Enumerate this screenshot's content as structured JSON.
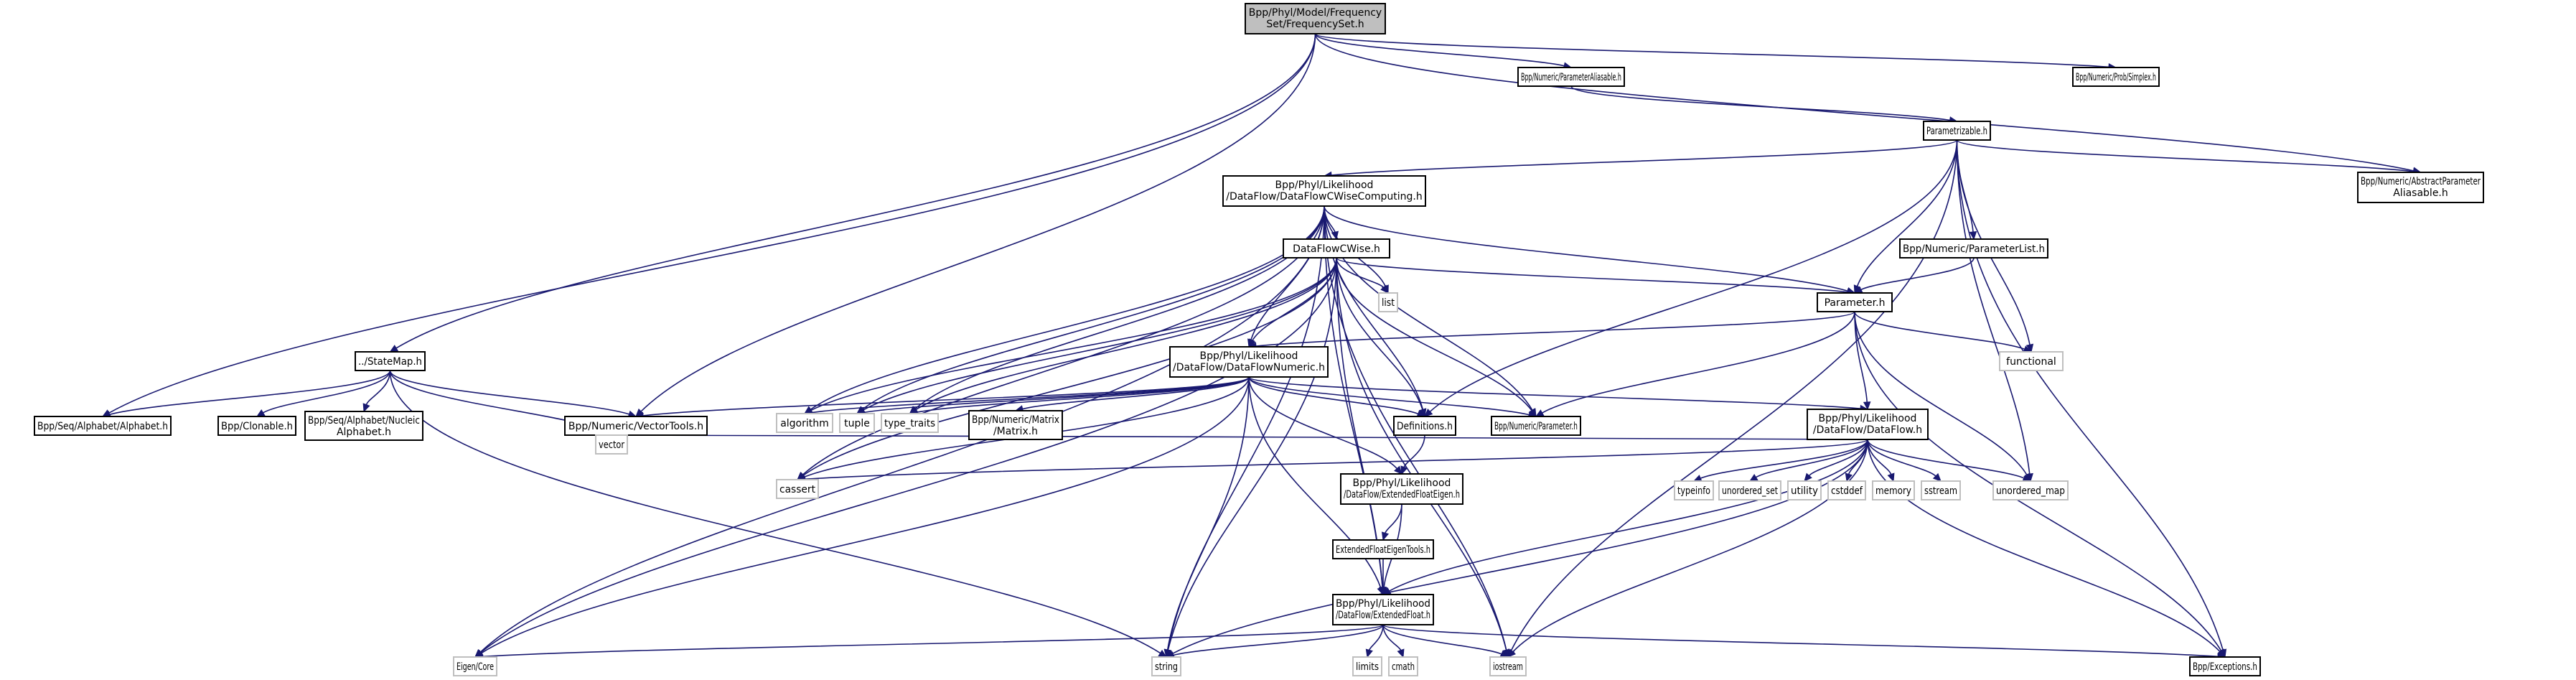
{
  "title": "Bpp/Phyl/Model/FrequencySet/FrequencySet.h include dependency graph",
  "colors": {
    "edge": "#191970",
    "root_fill": "#bfbfbf",
    "local_border": "#000000",
    "system_border": "#bfbfbf"
  },
  "nodes": [
    {
      "id": "root",
      "kind": "root",
      "lines": [
        "Bpp/Phyl/Model/Frequency",
        "Set/FrequencySet.h"
      ]
    },
    {
      "id": "paramAliasable",
      "kind": "local",
      "lines": [
        "Bpp/Numeric/ParameterAliasable.h"
      ]
    },
    {
      "id": "simplex",
      "kind": "local",
      "lines": [
        "Bpp/Numeric/Prob/Simplex.h"
      ]
    },
    {
      "id": "parametrizable",
      "kind": "local",
      "lines": [
        "Parametrizable.h"
      ]
    },
    {
      "id": "abstractParamAliasable",
      "kind": "local",
      "lines": [
        "Bpp/Numeric/AbstractParameter",
        "Aliasable.h"
      ]
    },
    {
      "id": "dfcwComputing",
      "kind": "local",
      "lines": [
        "Bpp/Phyl/Likelihood",
        "/DataFlow/DataFlowCWiseComputing.h"
      ]
    },
    {
      "id": "dfcwise",
      "kind": "local",
      "lines": [
        "DataFlowCWise.h"
      ]
    },
    {
      "id": "paramList",
      "kind": "local",
      "lines": [
        "Bpp/Numeric/ParameterList.h"
      ]
    },
    {
      "id": "parameterH",
      "kind": "local",
      "lines": [
        "Parameter.h"
      ]
    },
    {
      "id": "list",
      "kind": "sys",
      "lines": [
        "list"
      ]
    },
    {
      "id": "functional",
      "kind": "sys",
      "lines": [
        "functional"
      ]
    },
    {
      "id": "stateMap",
      "kind": "local",
      "lines": [
        "../StateMap.h"
      ]
    },
    {
      "id": "alphabet",
      "kind": "local",
      "lines": [
        "Bpp/Seq/Alphabet/Alphabet.h"
      ]
    },
    {
      "id": "clonable",
      "kind": "local",
      "lines": [
        "Bpp/Clonable.h"
      ]
    },
    {
      "id": "nucleic",
      "kind": "local",
      "lines": [
        "Bpp/Seq/Alphabet/Nucleic",
        "Alphabet.h"
      ]
    },
    {
      "id": "vectorTools",
      "kind": "local",
      "lines": [
        "Bpp/Numeric/VectorTools.h"
      ]
    },
    {
      "id": "dfNumeric",
      "kind": "local",
      "lines": [
        "Bpp/Phyl/Likelihood",
        "/DataFlow/DataFlowNumeric.h"
      ]
    },
    {
      "id": "algorithm",
      "kind": "sys",
      "lines": [
        "algorithm"
      ]
    },
    {
      "id": "tuple",
      "kind": "sys",
      "lines": [
        "tuple"
      ]
    },
    {
      "id": "typeTraits",
      "kind": "sys",
      "lines": [
        "type_traits"
      ]
    },
    {
      "id": "matrix",
      "kind": "local",
      "lines": [
        "Bpp/Numeric/Matrix",
        "/Matrix.h"
      ]
    },
    {
      "id": "definitions",
      "kind": "local",
      "lines": [
        "Definitions.h"
      ]
    },
    {
      "id": "numParameter",
      "kind": "local",
      "lines": [
        "Bpp/Numeric/Parameter.h"
      ]
    },
    {
      "id": "dataFlow",
      "kind": "local",
      "lines": [
        "Bpp/Phyl/Likelihood",
        "/DataFlow/DataFlow.h"
      ]
    },
    {
      "id": "vector",
      "kind": "sys",
      "lines": [
        "vector"
      ]
    },
    {
      "id": "cassert",
      "kind": "sys",
      "lines": [
        "cassert"
      ]
    },
    {
      "id": "extFloatEigen",
      "kind": "local",
      "lines": [
        "Bpp/Phyl/Likelihood",
        "/DataFlow/ExtendedFloatEigen.h"
      ]
    },
    {
      "id": "extFloatEigenTools",
      "kind": "local",
      "lines": [
        "ExtendedFloatEigenTools.h"
      ]
    },
    {
      "id": "extFloat",
      "kind": "local",
      "lines": [
        "Bpp/Phyl/Likelihood",
        "/DataFlow/ExtendedFloat.h"
      ]
    },
    {
      "id": "typeinfo",
      "kind": "sys",
      "lines": [
        "typeinfo"
      ]
    },
    {
      "id": "unorderedSet",
      "kind": "sys",
      "lines": [
        "unordered_set"
      ]
    },
    {
      "id": "utility",
      "kind": "sys",
      "lines": [
        "utility"
      ]
    },
    {
      "id": "cstddef",
      "kind": "sys",
      "lines": [
        "cstddef"
      ]
    },
    {
      "id": "memory",
      "kind": "sys",
      "lines": [
        "memory"
      ]
    },
    {
      "id": "sstream",
      "kind": "sys",
      "lines": [
        "sstream"
      ]
    },
    {
      "id": "unorderedMap",
      "kind": "sys",
      "lines": [
        "unordered_map"
      ]
    },
    {
      "id": "eigenCore",
      "kind": "sys",
      "lines": [
        "Eigen/Core"
      ]
    },
    {
      "id": "string",
      "kind": "sys",
      "lines": [
        "string"
      ]
    },
    {
      "id": "limits",
      "kind": "sys",
      "lines": [
        "limits"
      ]
    },
    {
      "id": "cmath",
      "kind": "sys",
      "lines": [
        "cmath"
      ]
    },
    {
      "id": "iostream",
      "kind": "sys",
      "lines": [
        "iostream"
      ]
    },
    {
      "id": "exceptions",
      "kind": "local",
      "lines": [
        "Bpp/Exceptions.h"
      ]
    }
  ],
  "edges": [
    [
      "root",
      "paramAliasable"
    ],
    [
      "root",
      "simplex"
    ],
    [
      "root",
      "abstractParamAliasable"
    ],
    [
      "root",
      "stateMap"
    ],
    [
      "root",
      "alphabet"
    ],
    [
      "root",
      "vectorTools"
    ],
    [
      "paramAliasable",
      "parametrizable"
    ],
    [
      "parametrizable",
      "dfcwComputing"
    ],
    [
      "parametrizable",
      "abstractParamAliasable"
    ],
    [
      "parametrizable",
      "paramList"
    ],
    [
      "parametrizable",
      "parameterH"
    ],
    [
      "parametrizable",
      "functional"
    ],
    [
      "parametrizable",
      "unorderedMap"
    ],
    [
      "parametrizable",
      "iostream"
    ],
    [
      "parametrizable",
      "exceptions"
    ],
    [
      "parametrizable",
      "definitions"
    ],
    [
      "dfcwComputing",
      "dfcwise"
    ],
    [
      "dfcwComputing",
      "list"
    ],
    [
      "dfcwComputing",
      "parameterH"
    ],
    [
      "dfcwComputing",
      "dfNumeric"
    ],
    [
      "dfcwComputing",
      "algorithm"
    ],
    [
      "dfcwComputing",
      "tuple"
    ],
    [
      "dfcwComputing",
      "typeTraits"
    ],
    [
      "dfcwComputing",
      "cassert"
    ],
    [
      "dfcwComputing",
      "eigenCore"
    ],
    [
      "dfcwComputing",
      "string"
    ],
    [
      "dfcwComputing",
      "definitions"
    ],
    [
      "dfcwComputing",
      "numParameter"
    ],
    [
      "dfcwComputing",
      "extFloat"
    ],
    [
      "dfcwComputing",
      "iostream"
    ],
    [
      "dfcwise",
      "list"
    ],
    [
      "dfcwise",
      "parameterH"
    ],
    [
      "dfcwise",
      "dfNumeric"
    ],
    [
      "dfcwise",
      "algorithm"
    ],
    [
      "dfcwise",
      "tuple"
    ],
    [
      "dfcwise",
      "typeTraits"
    ],
    [
      "dfcwise",
      "cassert"
    ],
    [
      "dfcwise",
      "eigenCore"
    ],
    [
      "dfcwise",
      "string"
    ],
    [
      "dfcwise",
      "definitions"
    ],
    [
      "dfcwise",
      "numParameter"
    ],
    [
      "dfcwise",
      "extFloat"
    ],
    [
      "dfcwise",
      "iostream"
    ],
    [
      "paramList",
      "parameterH"
    ],
    [
      "parameterH",
      "dfNumeric"
    ],
    [
      "parameterH",
      "functional"
    ],
    [
      "parameterH",
      "dataFlow"
    ],
    [
      "parameterH",
      "numParameter"
    ],
    [
      "parameterH",
      "unorderedMap"
    ],
    [
      "parameterH",
      "exceptions"
    ],
    [
      "stateMap",
      "alphabet"
    ],
    [
      "stateMap",
      "clonable"
    ],
    [
      "stateMap",
      "nucleic"
    ],
    [
      "stateMap",
      "vectorTools"
    ],
    [
      "stateMap",
      "vector"
    ],
    [
      "stateMap",
      "string"
    ],
    [
      "dfNumeric",
      "vectorTools"
    ],
    [
      "dfNumeric",
      "algorithm"
    ],
    [
      "dfNumeric",
      "tuple"
    ],
    [
      "dfNumeric",
      "typeTraits"
    ],
    [
      "dfNumeric",
      "matrix"
    ],
    [
      "dfNumeric",
      "definitions"
    ],
    [
      "dfNumeric",
      "numParameter"
    ],
    [
      "dfNumeric",
      "dataFlow"
    ],
    [
      "dfNumeric",
      "cassert"
    ],
    [
      "dfNumeric",
      "eigenCore"
    ],
    [
      "dfNumeric",
      "string"
    ],
    [
      "dfNumeric",
      "extFloatEigen"
    ],
    [
      "dfNumeric",
      "extFloat"
    ],
    [
      "definitions",
      "extFloatEigen"
    ],
    [
      "dataFlow",
      "vector"
    ],
    [
      "dataFlow",
      "cassert"
    ],
    [
      "dataFlow",
      "typeinfo"
    ],
    [
      "dataFlow",
      "unorderedSet"
    ],
    [
      "dataFlow",
      "utility"
    ],
    [
      "dataFlow",
      "cstddef"
    ],
    [
      "dataFlow",
      "memory"
    ],
    [
      "dataFlow",
      "sstream"
    ],
    [
      "dataFlow",
      "unorderedMap"
    ],
    [
      "dataFlow",
      "string"
    ],
    [
      "dataFlow",
      "iostream"
    ],
    [
      "dataFlow",
      "exceptions"
    ],
    [
      "dataFlow",
      "extFloat"
    ],
    [
      "extFloatEigen",
      "extFloatEigenTools"
    ],
    [
      "extFloatEigen",
      "extFloat"
    ],
    [
      "extFloatEigenTools",
      "extFloat"
    ],
    [
      "extFloat",
      "eigenCore"
    ],
    [
      "extFloat",
      "string"
    ],
    [
      "extFloat",
      "limits"
    ],
    [
      "extFloat",
      "cmath"
    ],
    [
      "extFloat",
      "iostream"
    ],
    [
      "extFloat",
      "exceptions"
    ]
  ]
}
